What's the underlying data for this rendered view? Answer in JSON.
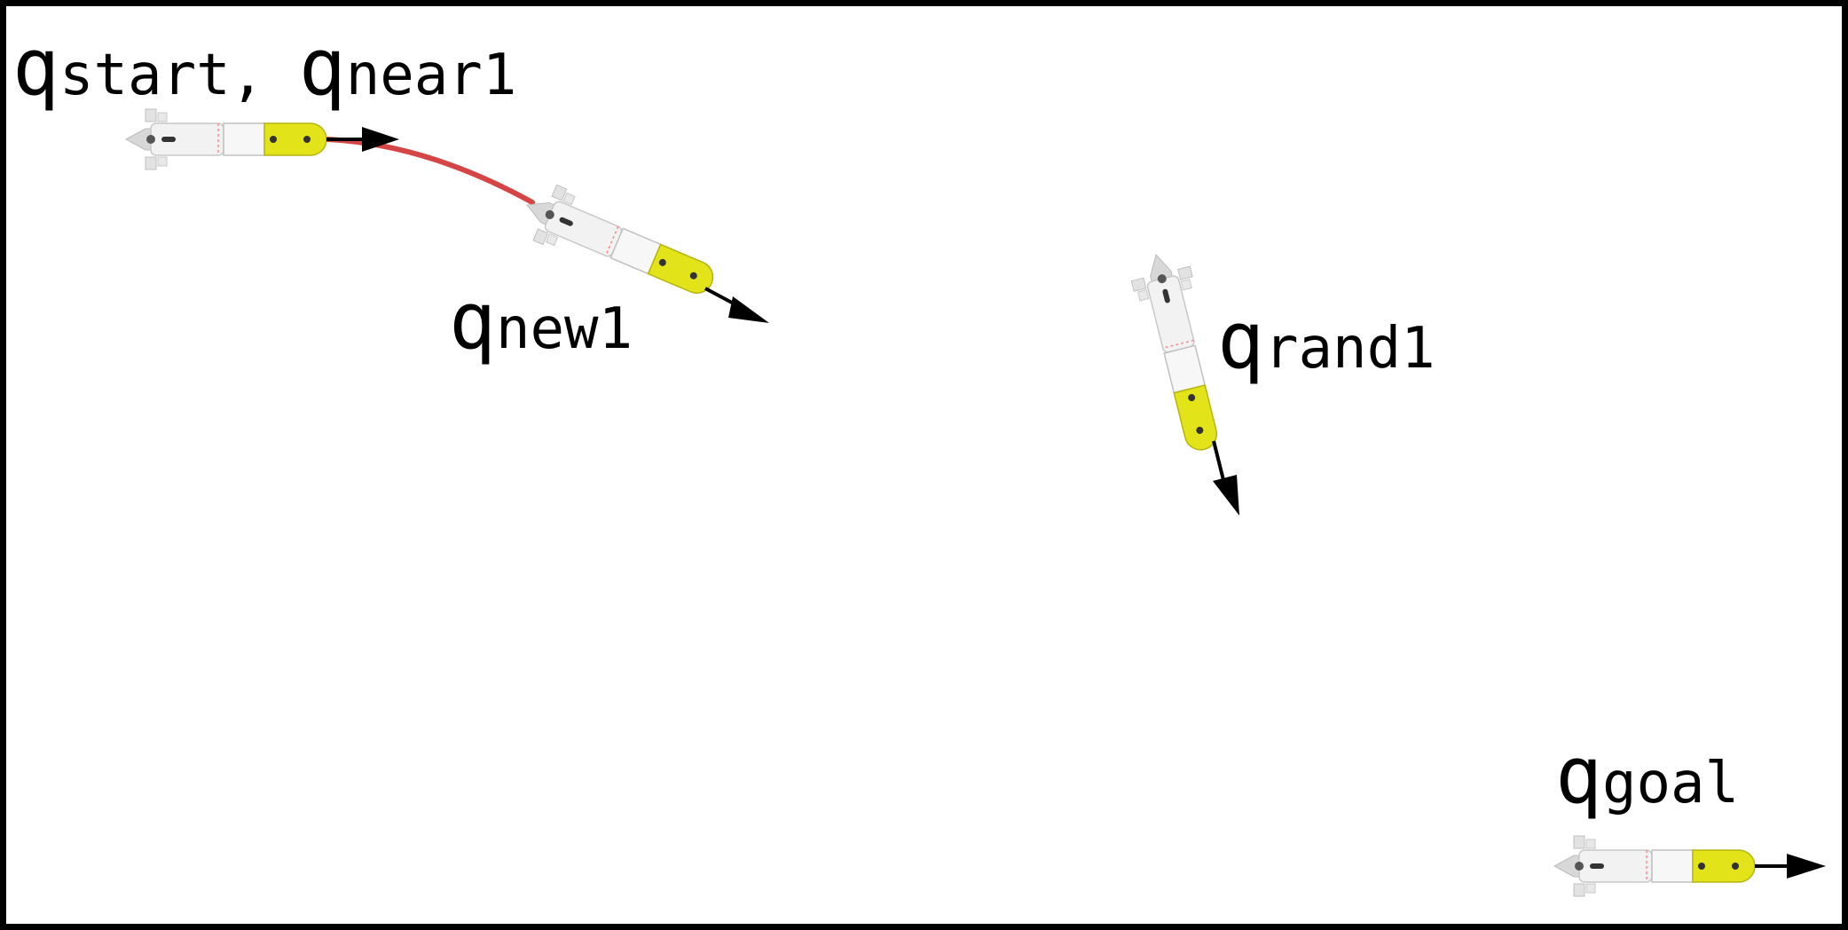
{
  "labels": {
    "start_near": {
      "q1": "q",
      "s1": "start, ",
      "q2": "q",
      "s2": "near1"
    },
    "new": {
      "q": "q",
      "s": "new1"
    },
    "rand": {
      "q": "q",
      "s": "rand1"
    },
    "goal": {
      "q": "q",
      "s": "goal"
    }
  },
  "colors": {
    "border": "#000000",
    "path": "#d64545",
    "hull": "#eeeeee",
    "thruster": "#e3e31a",
    "arrow": "#000000"
  },
  "icons": {
    "vehicle": "auv-robot-icon",
    "heading": "heading-arrow-icon",
    "path": "trajectory-curve"
  }
}
